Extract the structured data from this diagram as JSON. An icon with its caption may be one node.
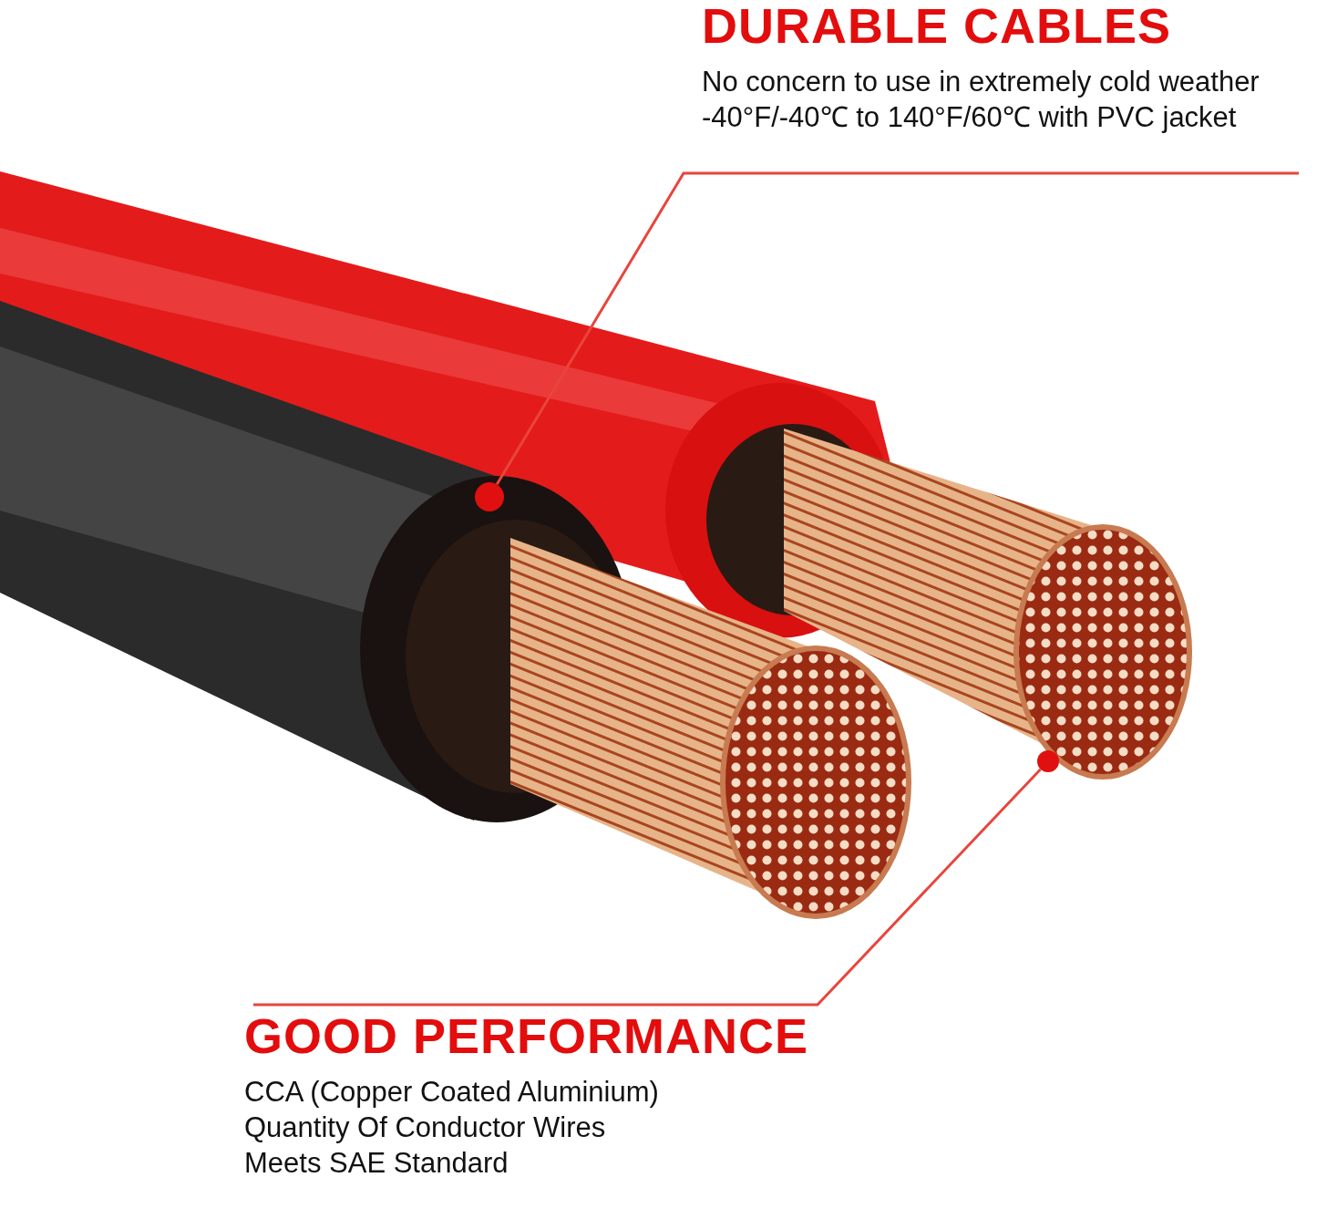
{
  "diagram": {
    "nodes": [
      {
        "text": [
          "DURABLE CABLES",
          "No concern to use in extremely cold weather -40°F/-40℃ to 140°F/60℃ with PVC jacket"
        ]
      },
      {
        "text": [],
        "shape": "circle"
      },
      {
        "text": [
          "GOOD PERFORMANCE",
          "CCA (Copper Coated Aluminium)",
          "Quantity Of Conductor Wires",
          "Meets SAE Standard"
        ]
      },
      {
        "text": [],
        "shape": "circle"
      }
    ],
    "edges": [
      {
        "from": 0,
        "to": 1,
        "arrow": "none"
      },
      {
        "from": 2,
        "to": 3,
        "arrow": "none"
      }
    ]
  }
}
